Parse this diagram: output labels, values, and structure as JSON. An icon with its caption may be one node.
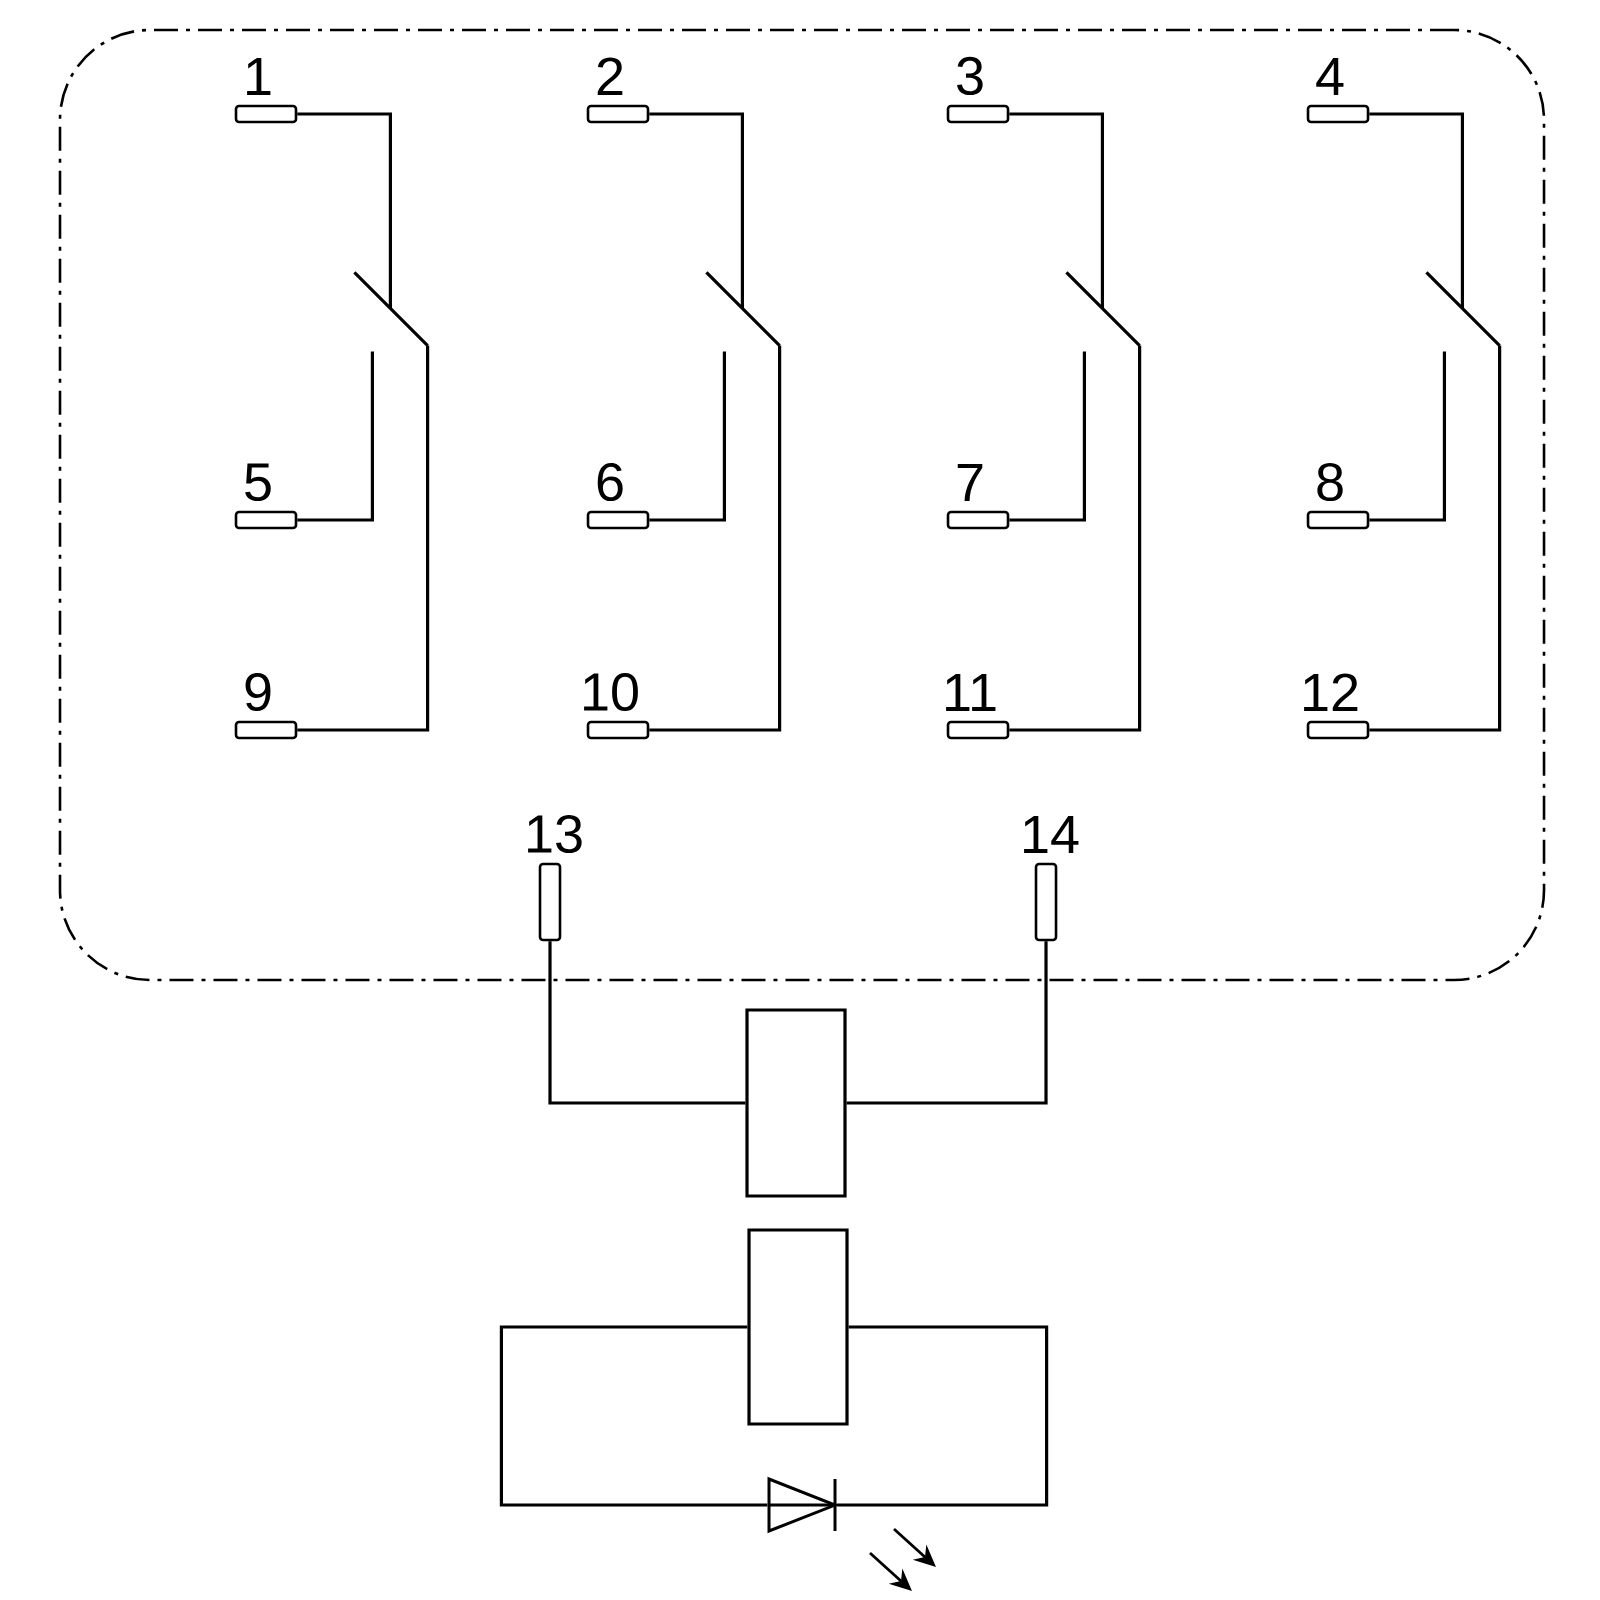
{
  "diagram": {
    "nodes": [
      {
        "text": [],
        "shape": "box"
      },
      {
        "text": [
          "1"
        ],
        "in": 0
      },
      {
        "text": [
          "2"
        ],
        "in": 0
      },
      {
        "text": [
          "3"
        ],
        "in": 0
      },
      {
        "text": [
          "4"
        ],
        "in": 0
      },
      {
        "text": [],
        "shape": "switch",
        "in": 0
      },
      {
        "text": [],
        "shape": "switch",
        "in": 0
      },
      {
        "text": [],
        "shape": "switch",
        "in": 0
      },
      {
        "text": [],
        "shape": "switch",
        "in": 0
      },
      {
        "text": [
          "5"
        ],
        "in": 0
      },
      {
        "text": [
          "6"
        ],
        "in": 0
      },
      {
        "text": [
          "7"
        ],
        "in": 0
      },
      {
        "text": [
          "8"
        ],
        "in": 0
      },
      {
        "text": [
          "9"
        ],
        "in": 0
      },
      {
        "text": [
          "10"
        ],
        "in": 0
      },
      {
        "text": [
          "11"
        ],
        "in": 0
      },
      {
        "text": [
          "12"
        ],
        "in": 0
      },
      {
        "text": [
          "13"
        ],
        "in": 0
      },
      {
        "text": [
          "14"
        ],
        "in": 0
      },
      {
        "text": [],
        "shape": "box"
      },
      {
        "text": [],
        "shape": "box"
      },
      {
        "text": [],
        "shape": "diode"
      }
    ],
    "edges": [
      {
        "from": 1,
        "to": 5,
        "arrow": "none"
      },
      {
        "from": 9,
        "to": 5,
        "arrow": "none"
      },
      {
        "from": 13,
        "to": 5,
        "arrow": "none"
      },
      {
        "from": 2,
        "to": 6,
        "arrow": "none"
      },
      {
        "from": 10,
        "to": 6,
        "arrow": "none"
      },
      {
        "from": 14,
        "to": 6,
        "arrow": "none"
      },
      {
        "from": 3,
        "to": 7,
        "arrow": "none"
      },
      {
        "from": 11,
        "to": 7,
        "arrow": "none"
      },
      {
        "from": 15,
        "to": 7,
        "arrow": "none"
      },
      {
        "from": 4,
        "to": 8,
        "arrow": "none"
      },
      {
        "from": 12,
        "to": 8,
        "arrow": "none"
      },
      {
        "from": 16,
        "to": 8,
        "arrow": "none"
      },
      {
        "from": 17,
        "to": 19,
        "arrow": "none"
      },
      {
        "from": 18,
        "to": 19,
        "arrow": "none"
      },
      {
        "from": 20,
        "to": 21,
        "arrow": "none"
      },
      {
        "from": 20,
        "to": 21,
        "arrow": "none"
      }
    ]
  }
}
